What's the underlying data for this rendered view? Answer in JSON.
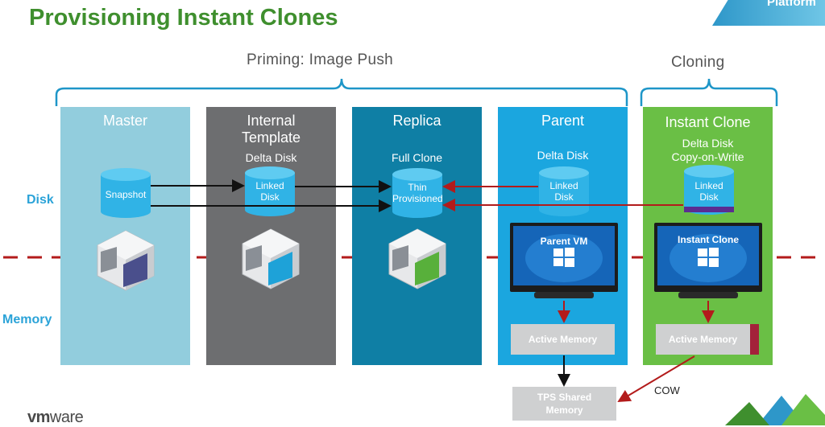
{
  "title": "Provisioning Instant Clones",
  "corner_badge": "Platform",
  "sections": {
    "priming": "Priming: Image Push",
    "cloning": "Cloning"
  },
  "rows": {
    "disk": "Disk",
    "memory": "Memory"
  },
  "columns": {
    "master": {
      "title": "Master",
      "disk": "Snapshot"
    },
    "template": {
      "title_line1": "Internal",
      "title_line2": "Template",
      "sub": "Delta Disk",
      "disk_line1": "Linked",
      "disk_line2": "Disk"
    },
    "replica": {
      "title": "Replica",
      "sub": "Full Clone",
      "disk_line1": "Thin",
      "disk_line2": "Provisioned"
    },
    "parent": {
      "title": "Parent",
      "sub": "Delta Disk",
      "disk_line1": "Linked",
      "disk_line2": "Disk",
      "monitor": "Parent VM",
      "memory": "Active Memory"
    },
    "instant": {
      "title": "Instant Clone",
      "sub_line1": "Delta Disk",
      "sub_line2": "Copy-on-Write",
      "disk_line1": "Linked",
      "disk_line2": "Disk",
      "monitor": "Instant Clone",
      "memory": "Active Memory"
    }
  },
  "tps": {
    "line1": "TPS Shared",
    "line2": "Memory"
  },
  "cow": "COW",
  "logo": {
    "vm": "vm",
    "ware": "ware"
  },
  "colors": {
    "title": "#3f8f2e",
    "master": "#92cddd",
    "template": "#6d6e70",
    "replica": "#0f7fa5",
    "parent": "#1ba6df",
    "instant": "#6abf45",
    "cylinder": "#30b3e6",
    "arrow_black": "#111111",
    "arrow_red": "#b31b1b",
    "dashed_line": "#b31b1b",
    "memory_box": "#cfd0d1"
  },
  "icons": [
    "snapshot-cylinder-icon",
    "vm-cube-icon",
    "monitor-icon",
    "windows-logo-icon"
  ]
}
